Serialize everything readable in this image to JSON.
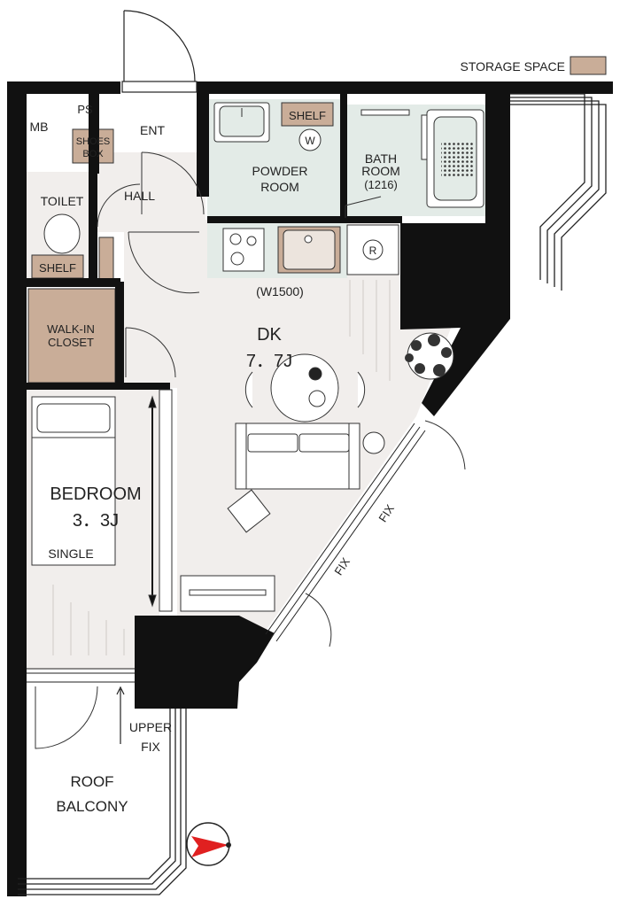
{
  "legend": {
    "label": "STORAGE SPACE",
    "swatch_color": "#c9ad98"
  },
  "rooms": {
    "mb": "MB",
    "ps": "PS",
    "shoes_box_line1": "SHOES",
    "shoes_box_line2": "BOX",
    "ent": "ENT",
    "hall": "HALL",
    "toilet": "TOILET",
    "toilet_shelf": "SHELF",
    "powder_shelf": "SHELF",
    "washer_symbol": "W",
    "powder_room_line1": "POWDER",
    "powder_room_line2": "ROOM",
    "bath_room_line1": "BATH",
    "bath_room_line2": "ROOM",
    "bath_room_size": "(1216)",
    "fridge_symbol": "R",
    "kitchen_width": "(W1500)",
    "walk_in_closet_line1": "WALK-IN",
    "walk_in_closet_line2": "CLOSET",
    "dk_name": "DK",
    "dk_size": "7．7J",
    "bedroom_name": "BEDROOM",
    "bedroom_size": "3．3J",
    "bed_label": "SINGLE",
    "fix_1": "FIX",
    "fix_2": "FIX",
    "upper_fix_line1": "UPPER",
    "upper_fix_line2": "FIX",
    "roof_balcony_line1": "ROOF",
    "roof_balcony_line2": "BALCONY"
  },
  "colors": {
    "wall": "#111111",
    "floor": "#f1eeec",
    "wet_area": "#e3ebe7",
    "storage": "#c9ad98",
    "compass_arrow": "#e02020"
  }
}
